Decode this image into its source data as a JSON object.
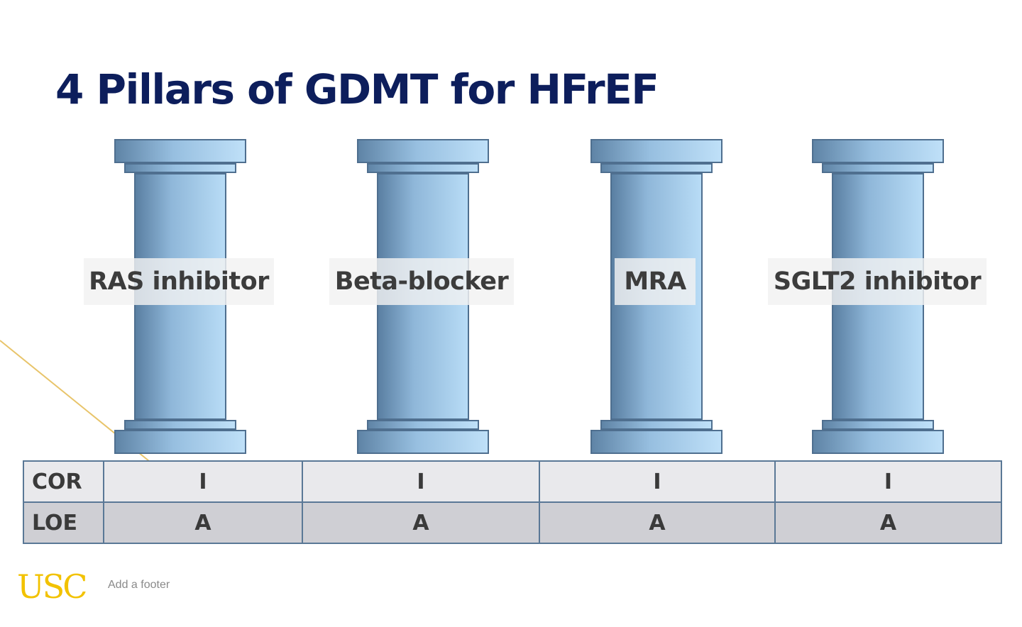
{
  "title": "4 Pillars of GDMT for HFrEF",
  "pillars": [
    {
      "label": "RAS inhibitor"
    },
    {
      "label": "Beta-blocker"
    },
    {
      "label": "MRA"
    },
    {
      "label": "SGLT2 inhibitor"
    }
  ],
  "evidence_table": {
    "rows": [
      {
        "header": "COR",
        "values": [
          "I",
          "I",
          "I",
          "I"
        ]
      },
      {
        "header": "LOE",
        "values": [
          "A",
          "A",
          "A",
          "A"
        ]
      }
    ]
  },
  "footer": {
    "logo_text": "USC",
    "text": "Add a footer"
  },
  "colors": {
    "title": "#0d1e5c",
    "pillar_blue": "#97bfe0",
    "logo_gold": "#f2c200",
    "accent_line": "#e8c46a"
  }
}
